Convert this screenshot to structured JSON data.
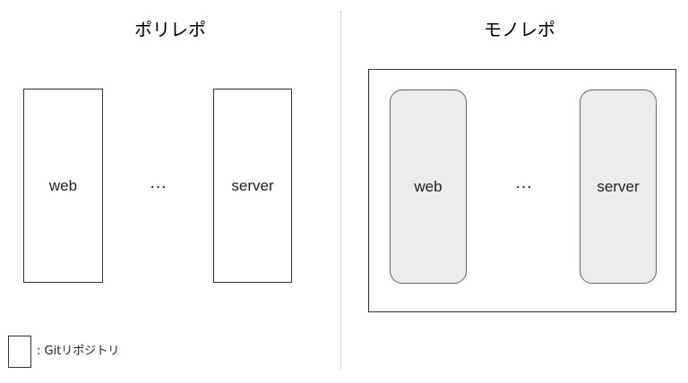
{
  "polyrepo": {
    "title": "ポリレポ",
    "repos": [
      {
        "label": "web"
      },
      {
        "label": "server"
      }
    ],
    "ellipsis": "…"
  },
  "monorepo": {
    "title": "モノレポ",
    "packages": [
      {
        "label": "web"
      },
      {
        "label": "server"
      }
    ],
    "ellipsis": "…"
  },
  "legend": {
    "label": ": Gitリポジトリ"
  }
}
